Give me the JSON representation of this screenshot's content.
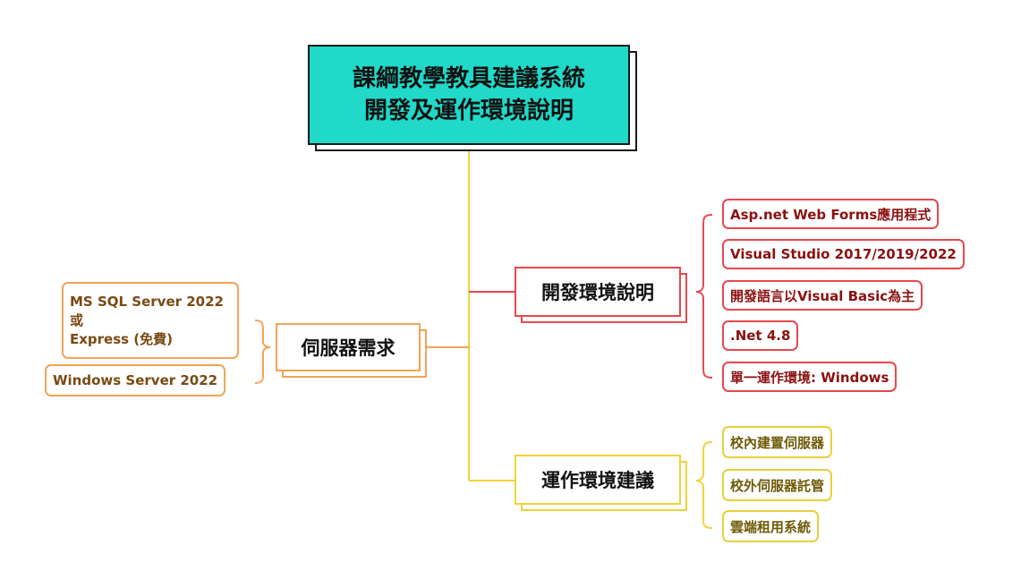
{
  "root": {
    "line1": "課綱教學教具建議系統",
    "line2": "開發及運作環境說明"
  },
  "branches": {
    "dev": {
      "label": "開發環境說明",
      "items": [
        "Asp.net Web Forms應用程式",
        "Visual Studio 2017/2019/2022",
        "開發語言以Visual Basic為主",
        ".Net 4.8",
        "單一運作環境: Windows"
      ]
    },
    "server": {
      "label": "伺服器需求",
      "items": [
        {
          "lines": [
            "MS SQL Server 2022",
            "或",
            "Express (免費)"
          ]
        },
        {
          "lines": [
            "Windows Server 2022"
          ]
        }
      ]
    },
    "run": {
      "label": "運作環境建議",
      "items": [
        "校內建置伺服器",
        "校外伺服器託管",
        "雲端租用系統"
      ]
    }
  },
  "colors": {
    "root_fill": "#20d9c9",
    "trunk": "#f2d23a",
    "dev": "#e8474c",
    "server": "#f2a456",
    "run": "#f2d23a"
  }
}
